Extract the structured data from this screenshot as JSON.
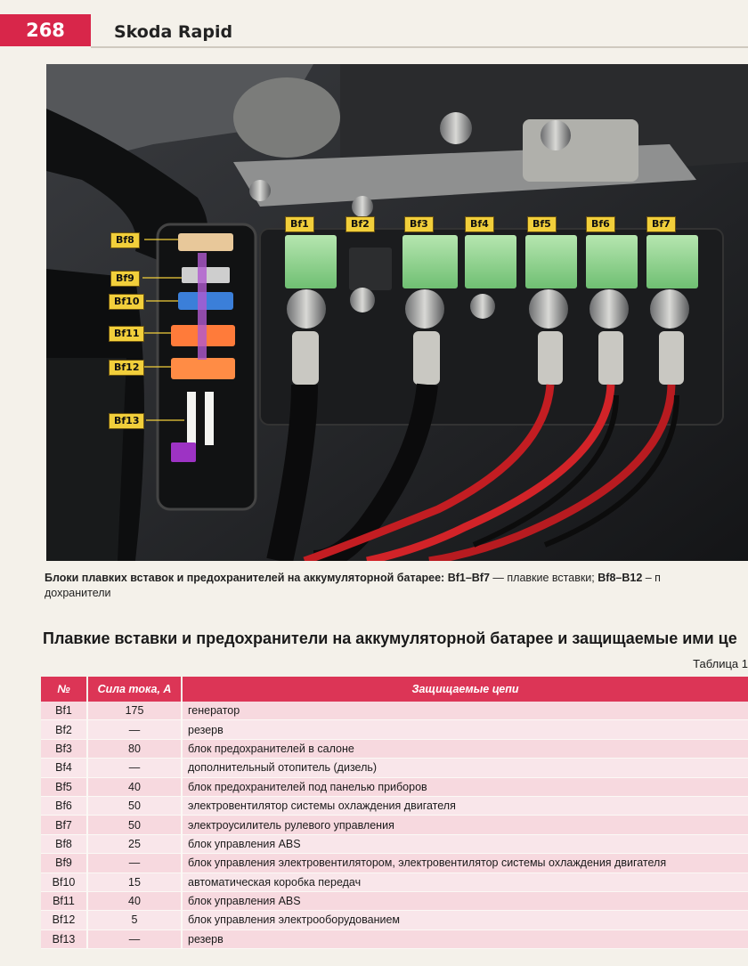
{
  "header": {
    "page_number": "268",
    "book_title": "Skoda Rapid"
  },
  "photo": {
    "labels": [
      "Bf1",
      "Bf2",
      "Bf3",
      "Bf4",
      "Bf5",
      "Bf6",
      "Bf7",
      "Bf8",
      "Bf9",
      "Bf10",
      "Bf11",
      "Bf12",
      "Bf13"
    ]
  },
  "caption": {
    "bold_part": "Блоки плавких вставок и предохранителей на аккумуляторной батарее: Bf1–Bf7",
    "mid_part": " — плавкие вставки; ",
    "bold_part2": "Bf8–B12",
    "end_part": " – п",
    "line2": "дохранители"
  },
  "section": {
    "title": "Плавкие вставки и предохранители на аккумуляторной батарее и защищаемые ими це",
    "table_label": "Таблица 1"
  },
  "table": {
    "headers": {
      "no": "№",
      "amp": "Сила тока, А",
      "circuit": "Защищаемые цепи"
    },
    "rows": [
      {
        "no": "Bf1",
        "amp": "175",
        "circuit": "генератор"
      },
      {
        "no": "Bf2",
        "amp": "—",
        "circuit": "резерв"
      },
      {
        "no": "Bf3",
        "amp": "80",
        "circuit": "блок предохранителей в салоне"
      },
      {
        "no": "Bf4",
        "amp": "—",
        "circuit": "дополнительный отопитель (дизель)"
      },
      {
        "no": "Bf5",
        "amp": "40",
        "circuit": "блок предохранителей под панелью приборов"
      },
      {
        "no": "Bf6",
        "amp": "50",
        "circuit": "электровентилятор системы охлаждения двигателя"
      },
      {
        "no": "Bf7",
        "amp": "50",
        "circuit": "электроусилитель рулевого управления"
      },
      {
        "no": "Bf8",
        "amp": "25",
        "circuit": "блок управления ABS"
      },
      {
        "no": "Bf9",
        "amp": "—",
        "circuit": "блок управления электровентилятором, электровентилятор системы охлаждения двигателя"
      },
      {
        "no": "Bf10",
        "amp": "15",
        "circuit": "автоматическая коробка передач"
      },
      {
        "no": "Bf11",
        "amp": "40",
        "circuit": "блок управления ABS"
      },
      {
        "no": "Bf12",
        "amp": "5",
        "circuit": "блок управления электрооборудованием"
      },
      {
        "no": "Bf13",
        "amp": "—",
        "circuit": "резерв"
      }
    ]
  }
}
